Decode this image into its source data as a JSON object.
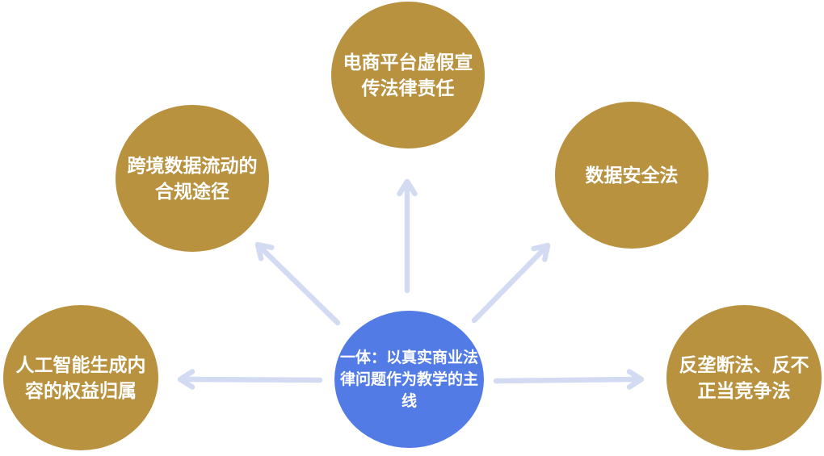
{
  "diagram": {
    "background_color": "#ffffff",
    "satellite_color": "#b8923f",
    "arrow_color": "#d3dbf3",
    "text_color": "#ffffff",
    "center_node": {
      "id": "center",
      "label": "一体：以真实商业法律问题作为教学的主线",
      "lines": [
        "一体：以真实商业法",
        "律问题作为教学的主",
        "线"
      ],
      "color": "#527be6"
    },
    "satellites": [
      {
        "id": "top",
        "label": "电商平台虚假宣传法律责任",
        "lines": [
          "电商平台虚假宣",
          "传法律责任"
        ]
      },
      {
        "id": "upper-left",
        "label": "跨境数据流动的合规途径",
        "lines": [
          "跨境数据流动的",
          "合规途径"
        ]
      },
      {
        "id": "upper-right",
        "label": "数据安全法",
        "lines": [
          "数据安全法"
        ]
      },
      {
        "id": "left",
        "label": "人工智能生成内容的权益归属",
        "lines": [
          "人工智能生成内",
          "容的权益归属"
        ]
      },
      {
        "id": "right",
        "label": "反垄断法、反不正当竞争法",
        "lines": [
          "反垄断法、反不",
          "正当竞争法"
        ]
      }
    ],
    "arrows": [
      {
        "from": "center",
        "to": "top"
      },
      {
        "from": "center",
        "to": "upper-left"
      },
      {
        "from": "center",
        "to": "upper-right"
      },
      {
        "from": "center",
        "to": "left"
      },
      {
        "from": "center",
        "to": "right"
      }
    ]
  }
}
